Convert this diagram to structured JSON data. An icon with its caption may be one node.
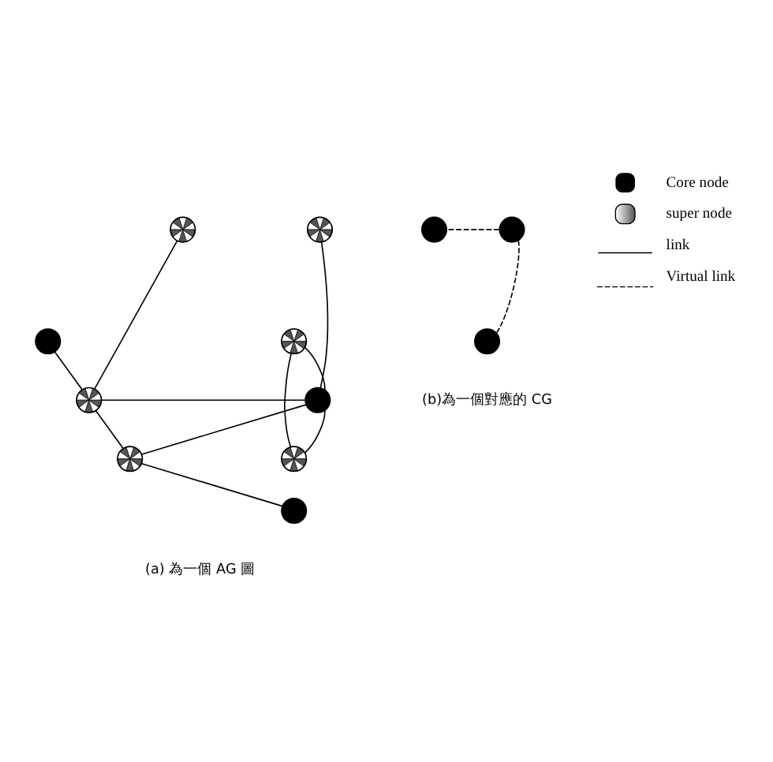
{
  "diagram": {
    "nodes": [
      {
        "text": [],
        "shape": "circle"
      },
      {
        "text": [],
        "shape": "circle"
      },
      {
        "text": [],
        "shape": "circle"
      },
      {
        "text": [],
        "shape": "circle"
      },
      {
        "text": [],
        "shape": "circle"
      },
      {
        "text": [],
        "shape": "circle"
      },
      {
        "text": [],
        "shape": "circle"
      },
      {
        "text": [],
        "shape": "circle"
      },
      {
        "text": [],
        "shape": "circle"
      },
      {
        "text": [],
        "shape": "circle"
      },
      {
        "text": [],
        "shape": "circle"
      },
      {
        "text": [],
        "shape": "circle"
      }
    ],
    "edges": [
      {
        "from": 4,
        "to": 0,
        "arrow": "none"
      },
      {
        "from": 2,
        "to": 4,
        "arrow": "none"
      },
      {
        "from": 2,
        "to": 6,
        "arrow": "none"
      },
      {
        "from": 6,
        "to": 4,
        "arrow": "none"
      },
      {
        "from": 4,
        "to": 5,
        "arrow": "none"
      },
      {
        "from": 4,
        "to": 7,
        "arrow": "none"
      },
      {
        "from": 7,
        "to": 5,
        "arrow": "none"
      },
      {
        "from": 5,
        "to": 1,
        "arrow": "none"
      },
      {
        "from": 5,
        "to": 3,
        "arrow": "none"
      },
      {
        "from": 7,
        "to": 8,
        "arrow": "none"
      },
      {
        "from": 9,
        "to": 10,
        "arrow": "none",
        "style": "dashed"
      },
      {
        "from": 9,
        "to": 11,
        "arrow": "none",
        "style": "dashed"
      }
    ],
    "labels": [
      "(a) 為一個 AG 圖",
      "(b)為一個對應的 CG"
    ],
    "legend": [
      {
        "text": "Core node"
      },
      {
        "text": "super node"
      },
      {
        "text": "link"
      },
      {
        "text": "Virtual link"
      }
    ]
  }
}
